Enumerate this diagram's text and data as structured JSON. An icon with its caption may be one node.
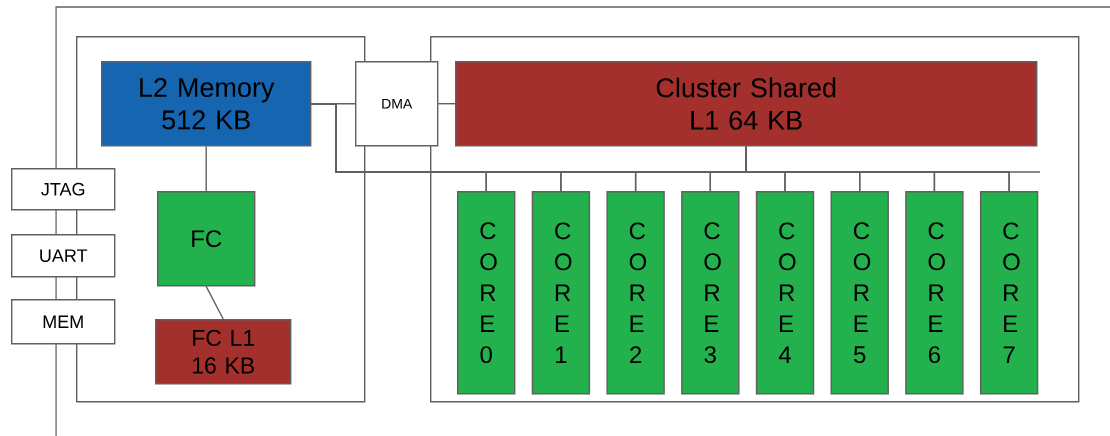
{
  "diagram": {
    "nodes": [
      {
        "text": [],
        "shape": "box"
      },
      {
        "text": [
          "L2 Memory 512 KB"
        ],
        "in": 0
      },
      {
        "text": [
          "FC"
        ],
        "in": 0
      },
      {
        "text": [
          "FC L1 16 KB"
        ],
        "in": 0
      },
      {
        "text": [
          "DMA"
        ]
      },
      {
        "text": [],
        "shape": "box"
      },
      {
        "text": [
          "Cluster Shared L1 64 KB"
        ],
        "in": 5
      },
      {
        "text": [
          "C O R E 0"
        ],
        "in": 5
      },
      {
        "text": [
          "C O R E 1"
        ],
        "in": 5
      },
      {
        "text": [
          "C O R E 2"
        ],
        "in": 5
      },
      {
        "text": [
          "C O R E 3"
        ],
        "in": 5
      },
      {
        "text": [
          "C O R E 4"
        ],
        "in": 5
      },
      {
        "text": [
          "C O R E 5"
        ],
        "in": 5
      },
      {
        "text": [
          "C O R E 6"
        ],
        "in": 5
      },
      {
        "text": [
          "C O R E 7"
        ],
        "in": 5
      },
      {
        "text": [
          "JTAG"
        ]
      },
      {
        "text": [
          "UART"
        ]
      },
      {
        "text": [
          "MEM"
        ]
      }
    ],
    "edges": [
      {
        "from": 1,
        "to": 2,
        "arrow": "none"
      },
      {
        "from": 2,
        "to": 3,
        "arrow": "none"
      },
      {
        "from": 1,
        "to": 4,
        "arrow": "none"
      },
      {
        "from": 4,
        "to": 6,
        "arrow": "none"
      },
      {
        "from": 6,
        "to": 7,
        "arrow": "none"
      },
      {
        "from": 6,
        "to": 8,
        "arrow": "none"
      },
      {
        "from": 6,
        "to": 9,
        "arrow": "none"
      },
      {
        "from": 6,
        "to": 10,
        "arrow": "none"
      },
      {
        "from": 6,
        "to": 11,
        "arrow": "none"
      },
      {
        "from": 6,
        "to": 12,
        "arrow": "none"
      },
      {
        "from": 6,
        "to": 13,
        "arrow": "none"
      },
      {
        "from": 6,
        "to": 14,
        "arrow": "none"
      },
      {
        "from": 1,
        "to": 7,
        "arrow": "none"
      },
      {
        "from": 1,
        "to": 8,
        "arrow": "none"
      },
      {
        "from": 1,
        "to": 9,
        "arrow": "none"
      },
      {
        "from": 1,
        "to": 10,
        "arrow": "none"
      },
      {
        "from": 1,
        "to": 11,
        "arrow": "none"
      },
      {
        "from": 1,
        "to": 12,
        "arrow": "none"
      },
      {
        "from": 1,
        "to": 13,
        "arrow": "none"
      },
      {
        "from": 1,
        "to": 14,
        "arrow": "none"
      }
    ]
  }
}
